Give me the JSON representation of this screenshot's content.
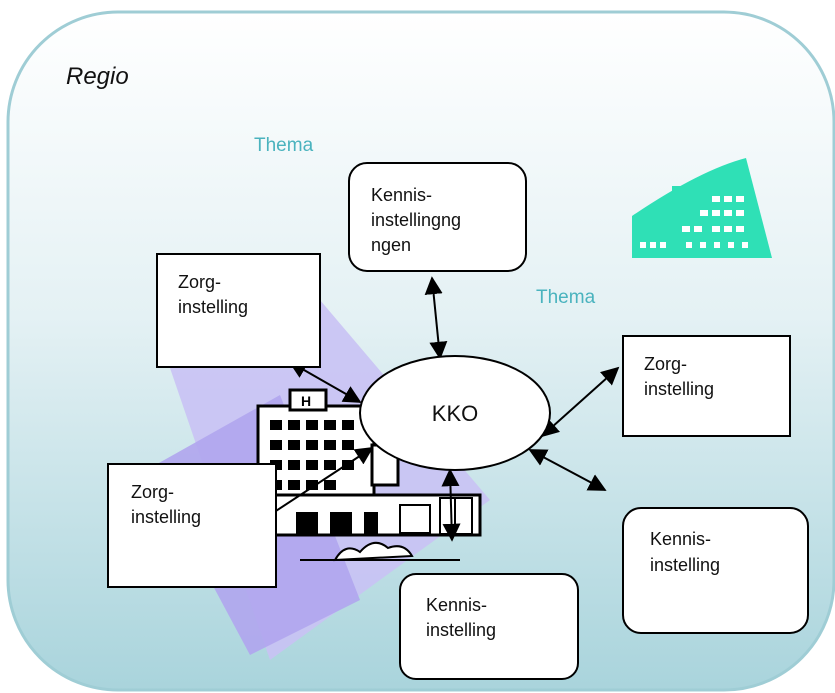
{
  "region": {
    "title": "Regio"
  },
  "themes": [
    "Thema",
    "Thema"
  ],
  "center": {
    "label": "KKO"
  },
  "nodes": {
    "kennis_top": [
      "Kennis-",
      "instellingng",
      "ngen"
    ],
    "zorg_left_top": [
      "Zorg-",
      "instelling"
    ],
    "zorg_right": [
      "Zorg-",
      "instelling"
    ],
    "zorg_left_bottom": [
      "Zorg-",
      "instelling"
    ],
    "kennis_bottom_center": [
      "Kennis-",
      "instelling"
    ],
    "kennis_bottom_right": [
      "Kennis-",
      "instelling"
    ]
  },
  "colors": {
    "region_gradient_top": "#ffffff",
    "region_gradient_bottom": "#aed7de",
    "region_border": "#9fcdd5",
    "theme_text": "#4ab3be",
    "clipart_purple": "#bdb5f0",
    "clipart_teal": "#33e0b8"
  },
  "icons": [
    "hospital-clipart-icon",
    "office-building-icon"
  ]
}
